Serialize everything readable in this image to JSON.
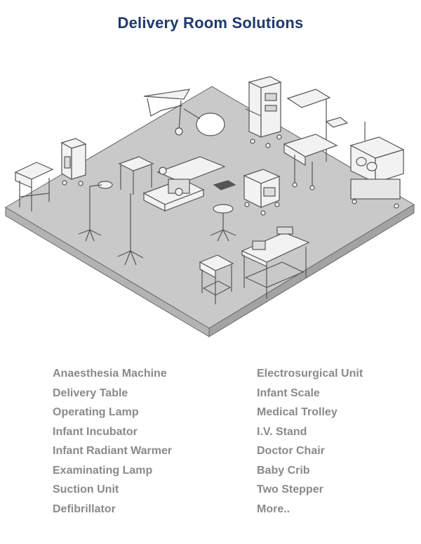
{
  "title": "Delivery Room Solutions",
  "left_items": [
    "Anaesthesia Machine",
    "Delivery Table",
    "Operating Lamp",
    "Infant Incubator",
    "Infant Radiant Warmer",
    "Examinating Lamp",
    "Suction Unit",
    "Defibrillator"
  ],
  "right_items": [
    "Electrosurgical Unit",
    "Infant Scale",
    "Medical Trolley",
    "I.V. Stand",
    "Doctor Chair",
    "Baby Crib",
    "Two Stepper",
    "More.."
  ],
  "colors": {
    "title": "#1d3a6b",
    "list_text": "#8a8a8a",
    "floor": "#c9c9c9",
    "floor_edge": "#a9a9a9",
    "equipment": "#f2f2f2",
    "outline": "#555555"
  }
}
